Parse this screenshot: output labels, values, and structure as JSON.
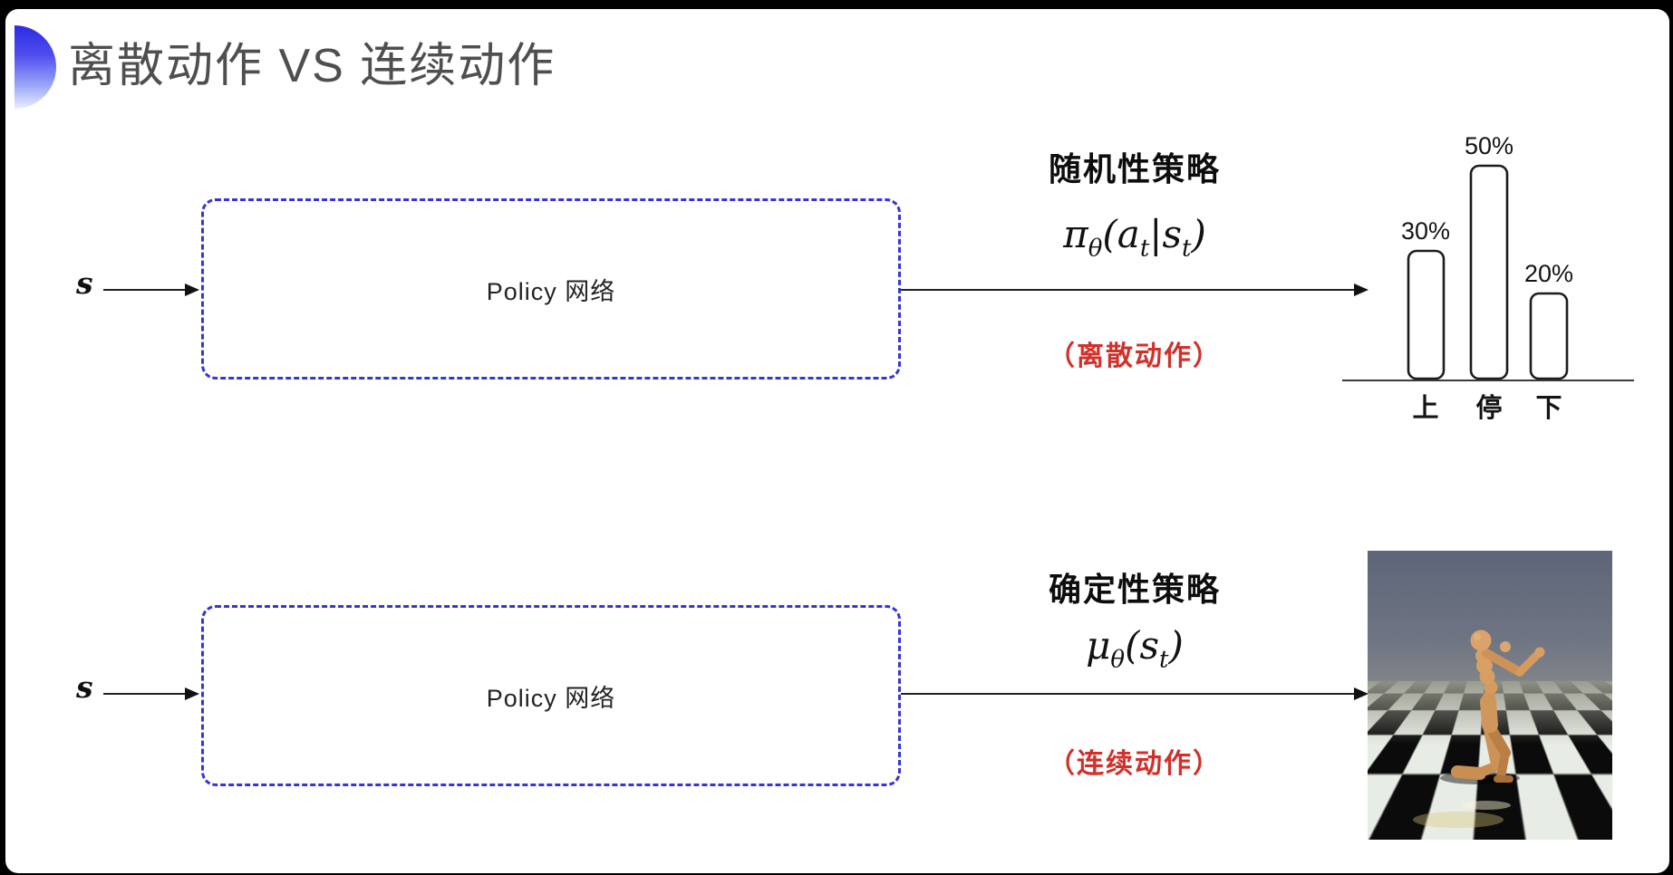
{
  "header": {
    "title": "离散动作 VS 连续动作",
    "icon": "blue-half-circle-icon"
  },
  "top_flow": {
    "input_label": "s",
    "box_label": "Policy 网络",
    "policy_type_label": "随机性策略",
    "formula": {
      "base": "π",
      "base_sub": "θ",
      "open": "(",
      "arg1": "a",
      "arg1_sub": "t",
      "pipe": "|",
      "arg2": "s",
      "arg2_sub": "t",
      "close": ")"
    },
    "action_type_label": "（离散动作）"
  },
  "bottom_flow": {
    "input_label": "s",
    "box_label": "Policy 网络",
    "policy_type_label": "确定性策略",
    "formula": {
      "base": "μ",
      "base_sub": "θ",
      "open": "(",
      "arg1": "s",
      "arg1_sub": "t",
      "close": ")"
    },
    "action_type_label": "（连续动作）"
  },
  "chart_data": {
    "type": "bar",
    "categories": [
      "上",
      "停",
      "下"
    ],
    "values": [
      30,
      50,
      20
    ],
    "value_labels": [
      "30%",
      "50%",
      "20%"
    ],
    "title": "",
    "xlabel": "",
    "ylabel": "",
    "ylim": [
      0,
      55
    ],
    "grid": false,
    "legend": false,
    "bar_style": "white fill, dark rounded outline"
  },
  "colors": {
    "box_border_blue": "#3535d8",
    "action_red": "#d2302a",
    "title_gray": "#4f4f4f",
    "arrow_black": "#1a1a1a",
    "sky_gray_blue": "#676e80",
    "floor_light": "#e7ece5",
    "floor_dark": "#0b0b0b",
    "humanoid_tan": "#d0975c"
  }
}
